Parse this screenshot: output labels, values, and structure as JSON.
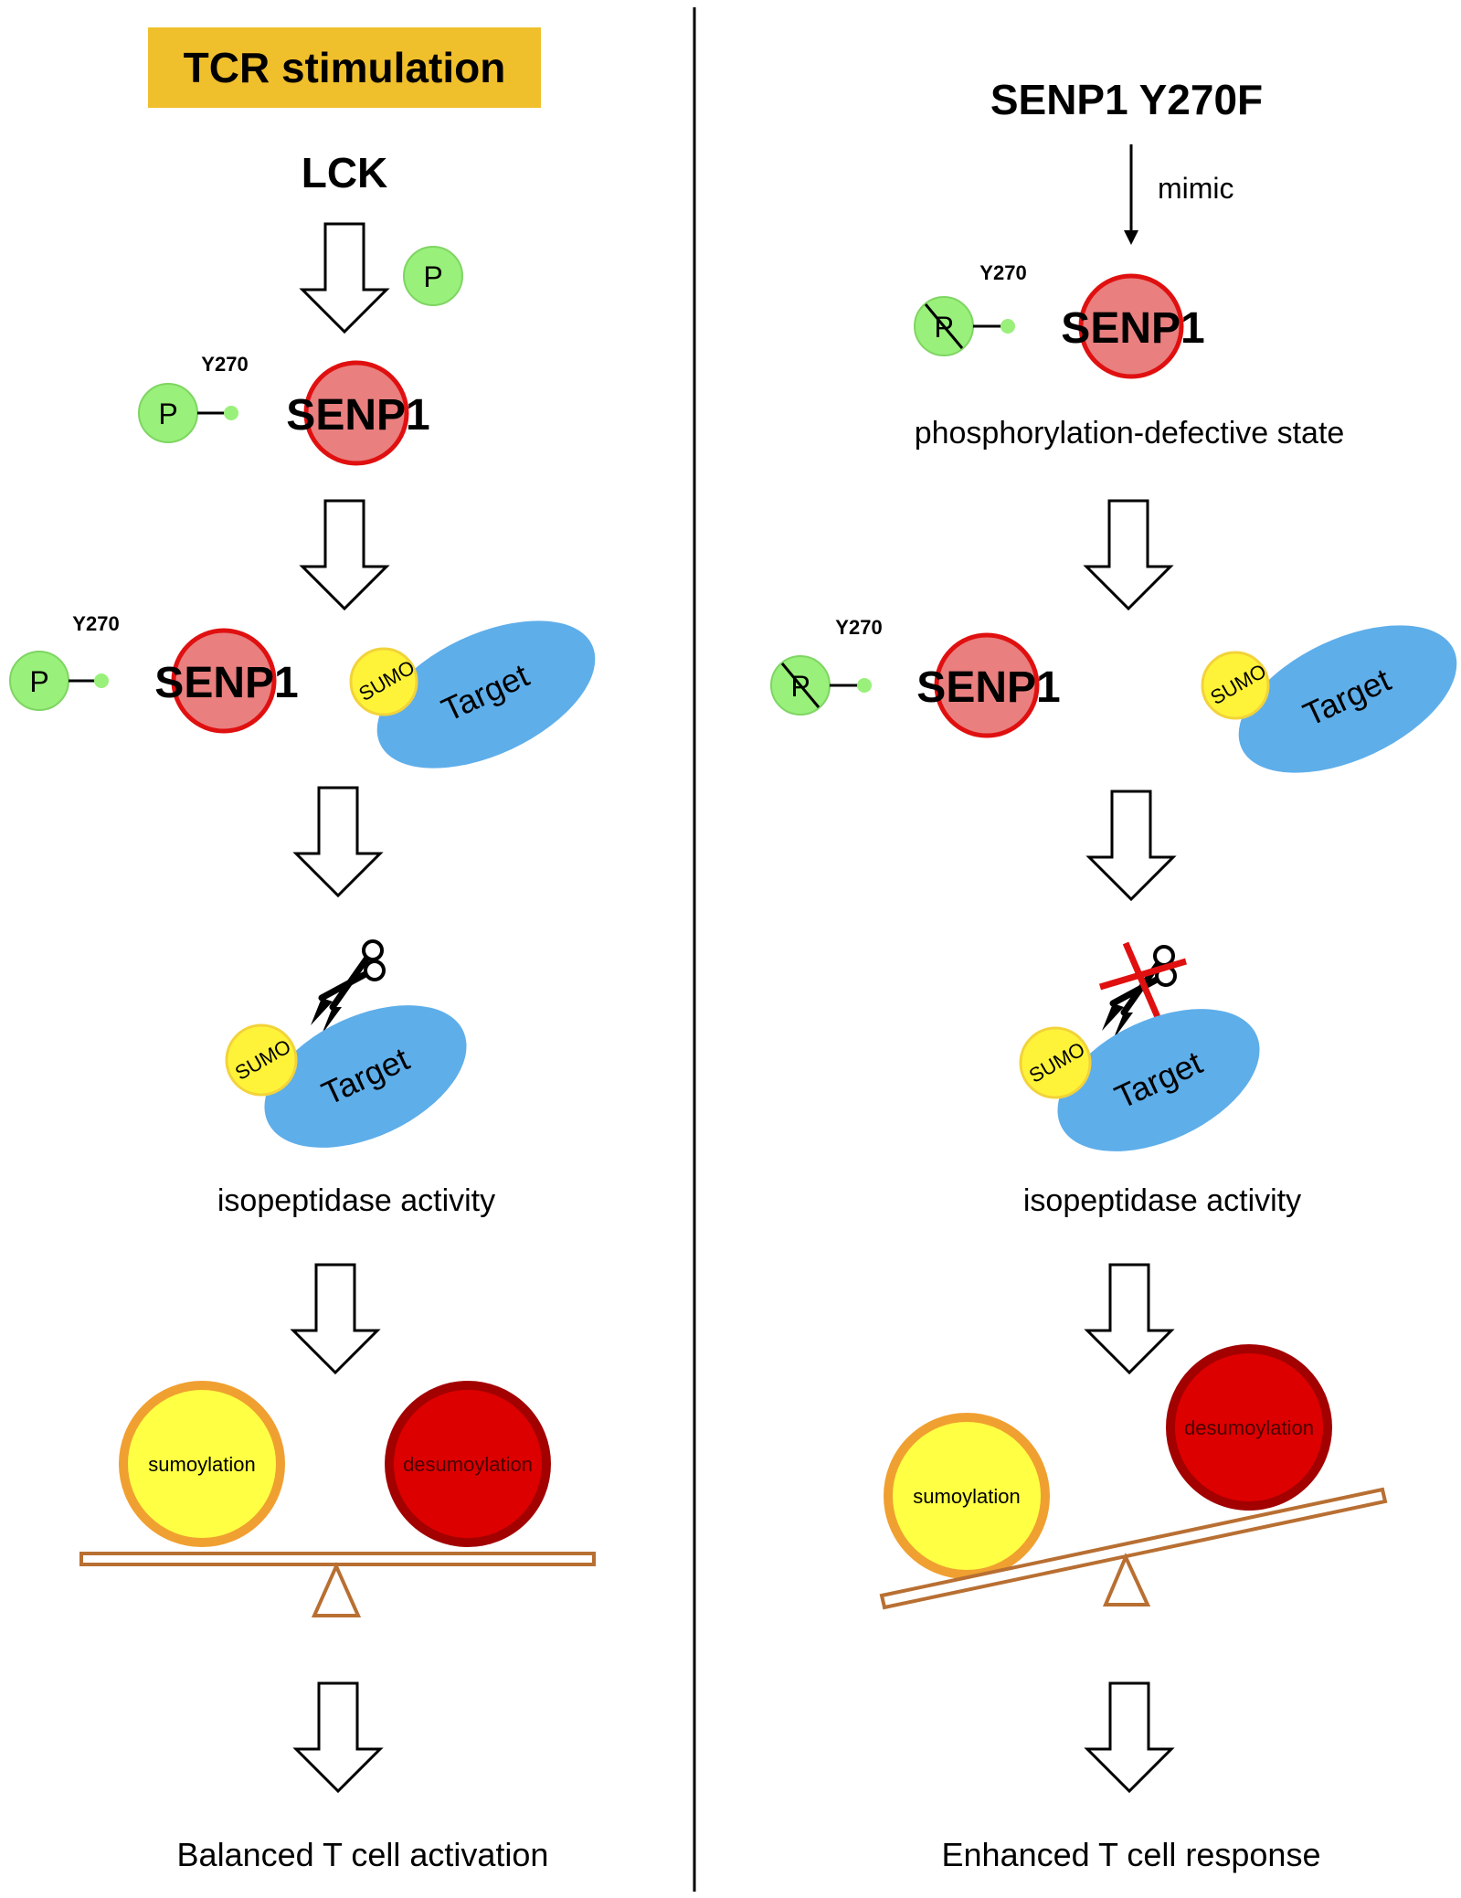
{
  "left": {
    "header": "TCR stimulation",
    "kinase": "LCK",
    "p_label": "P",
    "site_label": "Y270",
    "enzyme_label": "SENP1",
    "sumo_label": "SUMO",
    "target_label": "Target",
    "activity_label": "isopeptidase activity",
    "balance_left_label": "sumoylation",
    "balance_right_label": "desumoylation",
    "outcome": "Balanced T cell activation"
  },
  "right": {
    "mutant": "SENP1 Y270F",
    "mimic_label": "mimic",
    "p_label": "P",
    "site_label": "Y270",
    "enzyme_label": "SENP1",
    "state_label": "phosphorylation-defective state",
    "sumo_label": "SUMO",
    "target_label": "Target",
    "activity_label": "isopeptidase activity",
    "balance_left_label": "sumoylation",
    "balance_right_label": "desumoylation",
    "outcome": "Enhanced T cell response"
  },
  "colors": {
    "header_fill": "#f0bf2c",
    "enzyme_fill": "#e97f7f",
    "enzyme_stroke": "#e01010",
    "phospho_fill": "#99f07a",
    "target_fill": "#5eaeea",
    "sumo_fill": "#fff33a",
    "sumoylation_fill": "#ffff44",
    "sumoylation_ring": "#f0a030",
    "desumoylation_fill": "#dd0000",
    "desumoylation_ring": "#a30000",
    "block_cross": "#e01010"
  }
}
